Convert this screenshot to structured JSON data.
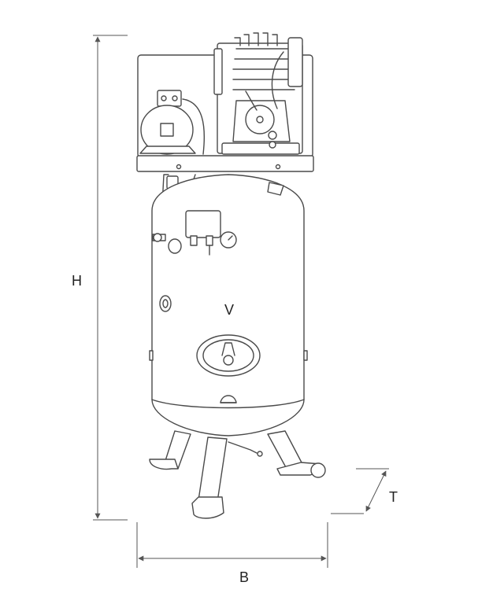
{
  "diagram": {
    "dimension_labels": {
      "height": "H",
      "width": "B",
      "depth": "T",
      "volume": "V"
    },
    "colors": {
      "line": "#4a4a4a",
      "dimension_line": "#555555",
      "background": "#ffffff"
    },
    "subject_icon": "vertical-air-compressor-icon"
  }
}
